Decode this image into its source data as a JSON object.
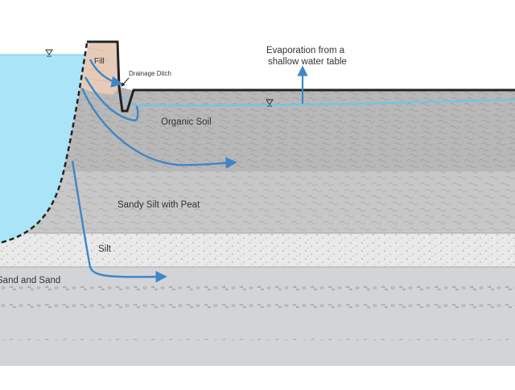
{
  "labels": {
    "fill": "Fill",
    "drainage_ditch": "Drainage Ditch",
    "evaporation_line1": "Evaporation from a",
    "evaporation_line2": "shallow water table",
    "organic_soil": "Organic Soil",
    "sandy_silt": "Sandy Silt with Peat",
    "silt": "Silt",
    "sand": "Sand and Sand"
  },
  "colors": {
    "water": "#a9e4f7",
    "fill": "#e6cbb9",
    "organic_soil": "#b5b5b5",
    "sandy_silt": "#c7c7c7",
    "silt": "#e9e9e9",
    "sand": "#d2d4d8",
    "arrow": "#3f86c6",
    "water_table": "#6fc6e8",
    "outline": "#222222"
  },
  "icons": {
    "water_level": "water-level-triangle-icon"
  }
}
